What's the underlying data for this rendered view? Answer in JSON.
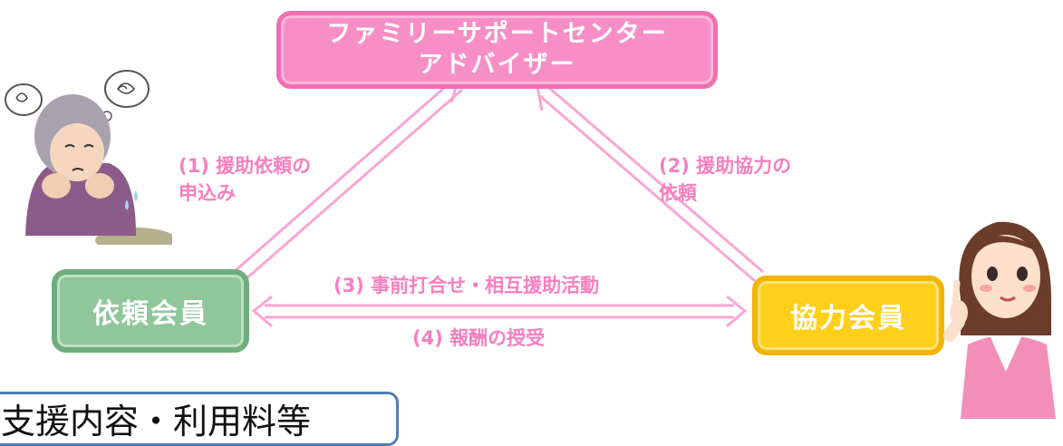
{
  "diagram": {
    "center_node": {
      "line1": "ファミリーサポートセンター",
      "line2": "アドバイザー"
    },
    "requester_node": "依頼会員",
    "helper_node": "協力会員",
    "edges": {
      "label_1_line1": "(1) 援助依頼の",
      "label_1_line2": "申込み",
      "label_2_line1": "(2) 援助協力の",
      "label_2_line2": "依頼",
      "label_3": "(3) 事前打合せ・相互援助活動",
      "label_4": "(4) 報酬の授受"
    },
    "colors": {
      "center": "#f78fc6",
      "requester": "#8fc69a",
      "helper": "#ffcf1a",
      "arrows": "#f9a6d2"
    }
  },
  "banner": {
    "text": "支援内容・利用料等"
  }
}
